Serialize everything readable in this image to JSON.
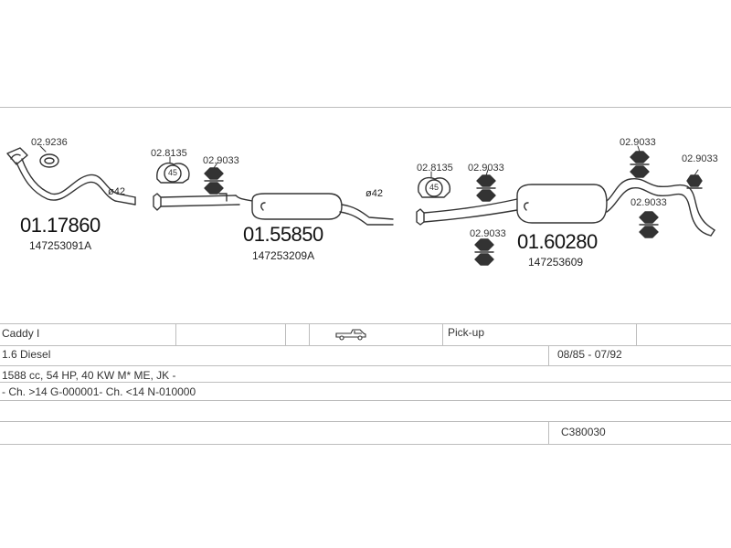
{
  "diagram": {
    "parts": [
      {
        "number": "01.17860",
        "oe": "147253091A"
      },
      {
        "number": "01.55850",
        "oe": "147253209A"
      },
      {
        "number": "01.60280",
        "oe": "147253609"
      }
    ],
    "accessories": {
      "a1": "02.9236",
      "a2": "02.8135",
      "a3": "02.9033",
      "a4": "02.8135",
      "a5": "02.9033",
      "a6": "02.9033",
      "a7": "02.9033",
      "a8": "02.9033",
      "a9": "02.9033"
    },
    "diameters": {
      "d1": "ø42",
      "d2": "ø42"
    },
    "clamp_size": {
      "c1": "45",
      "c2": "45"
    }
  },
  "table": {
    "model": "Caddy I",
    "body": "Pick-up",
    "engine": "1.6 Diesel",
    "years": "08/85 - 07/92",
    "specs": "1588 cc, 54 HP, 40 KW M* ME, JK -",
    "chassis": "- Ch. >14 G-000001- Ch. <14 N-010000",
    "code": "C380030"
  },
  "icons": {
    "vehicle": "pickup-truck-icon"
  }
}
